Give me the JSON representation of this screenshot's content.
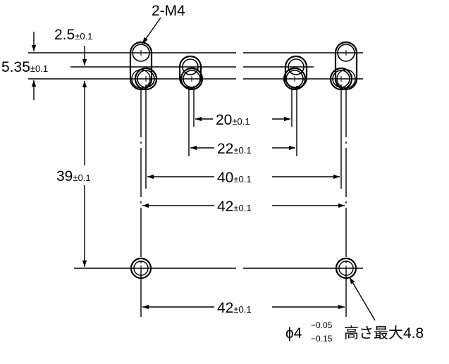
{
  "labels": {
    "thread": "2-M4",
    "dim_top_offset": "2.5",
    "dim_top_offset_tol": "±0.1",
    "dim_slot_offset": "5.35",
    "dim_slot_offset_tol": "±0.1",
    "dim_inner_holes": "20",
    "dim_inner_holes_tol": "±0.1",
    "dim_inner_slots": "22",
    "dim_inner_slots_tol": "±0.1",
    "dim_outer_holes": "40",
    "dim_outer_holes_tol": "±0.1",
    "dim_outer_width": "42",
    "dim_outer_width_tol": "±0.1",
    "dim_vertical": "39",
    "dim_vertical_tol": "±0.1",
    "dim_bottom_width": "42",
    "dim_bottom_width_tol": "±0.1",
    "pin_phi": "ϕ4",
    "pin_tol_upper": "−0.05",
    "pin_tol_lower": "−0.15",
    "pin_note": "高さ最大4.8"
  }
}
